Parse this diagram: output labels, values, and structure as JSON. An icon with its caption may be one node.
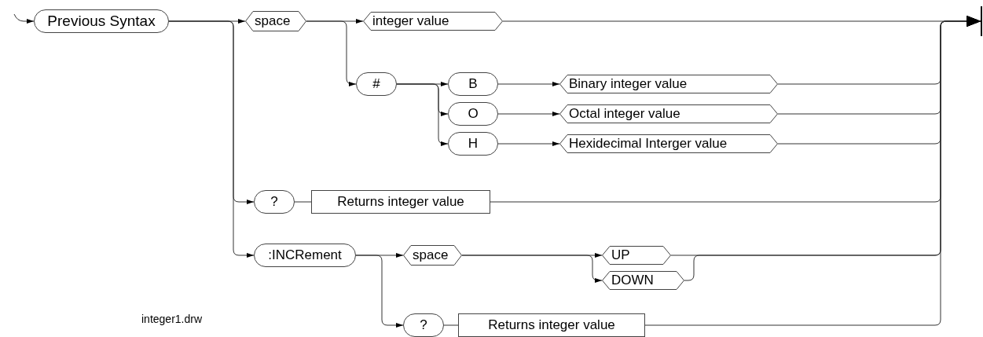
{
  "diagram": {
    "nodes": [
      {
        "text": [
          "Previous Syntax"
        ]
      },
      {
        "text": [
          "space"
        ]
      },
      {
        "text": [
          "integer value"
        ]
      },
      {
        "text": [
          "#"
        ]
      },
      {
        "text": [
          "B"
        ]
      },
      {
        "text": [
          "O"
        ]
      },
      {
        "text": [
          "H"
        ]
      },
      {
        "text": [
          "Binary integer value"
        ]
      },
      {
        "text": [
          "Octal integer value"
        ]
      },
      {
        "text": [
          "Hexidecimal Interger value"
        ]
      },
      {
        "text": [
          "?"
        ]
      },
      {
        "text": [
          "Returns integer value"
        ]
      },
      {
        "text": [
          ":INCRement"
        ]
      },
      {
        "text": [
          "space"
        ]
      },
      {
        "text": [
          "UP"
        ]
      },
      {
        "text": [
          "DOWN"
        ]
      },
      {
        "text": [
          "?"
        ]
      },
      {
        "text": [
          "Returns integer value"
        ]
      },
      {
        "text": [],
        "shape": "bar"
      }
    ],
    "edges": [
      {
        "from": null,
        "to": 0,
        "arrow": "to"
      },
      {
        "from": 0,
        "to": 1,
        "arrow": "to"
      },
      {
        "from": 0,
        "to": 10,
        "arrow": "to"
      },
      {
        "from": 0,
        "to": 12,
        "arrow": "to"
      },
      {
        "from": 1,
        "to": 2,
        "arrow": "to"
      },
      {
        "from": 1,
        "to": 3,
        "arrow": "to"
      },
      {
        "from": 3,
        "to": 4,
        "arrow": "to"
      },
      {
        "from": 3,
        "to": 5,
        "arrow": "to"
      },
      {
        "from": 3,
        "to": 6,
        "arrow": "to"
      },
      {
        "from": 4,
        "to": 7,
        "arrow": "to"
      },
      {
        "from": 5,
        "to": 8,
        "arrow": "to"
      },
      {
        "from": 6,
        "to": 9,
        "arrow": "to"
      },
      {
        "from": 2,
        "to": 18,
        "arrow": "to"
      },
      {
        "from": 7,
        "to": 18,
        "arrow": "to"
      },
      {
        "from": 8,
        "to": 18,
        "arrow": "to"
      },
      {
        "from": 9,
        "to": 18,
        "arrow": "to"
      },
      {
        "from": 10,
        "to": 11,
        "arrow": "none"
      },
      {
        "from": 11,
        "to": 18,
        "arrow": "to"
      },
      {
        "from": 12,
        "to": 13,
        "arrow": "to"
      },
      {
        "from": 12,
        "to": 16,
        "arrow": "to"
      },
      {
        "from": 13,
        "to": 14,
        "arrow": "to"
      },
      {
        "from": 13,
        "to": 15,
        "arrow": "to"
      },
      {
        "from": 14,
        "to": 18,
        "arrow": "to"
      },
      {
        "from": 15,
        "to": 18,
        "arrow": "to"
      },
      {
        "from": 16,
        "to": 17,
        "arrow": "none"
      },
      {
        "from": 17,
        "to": 18,
        "arrow": "to"
      }
    ],
    "labels": [
      "integer1.drw"
    ]
  }
}
